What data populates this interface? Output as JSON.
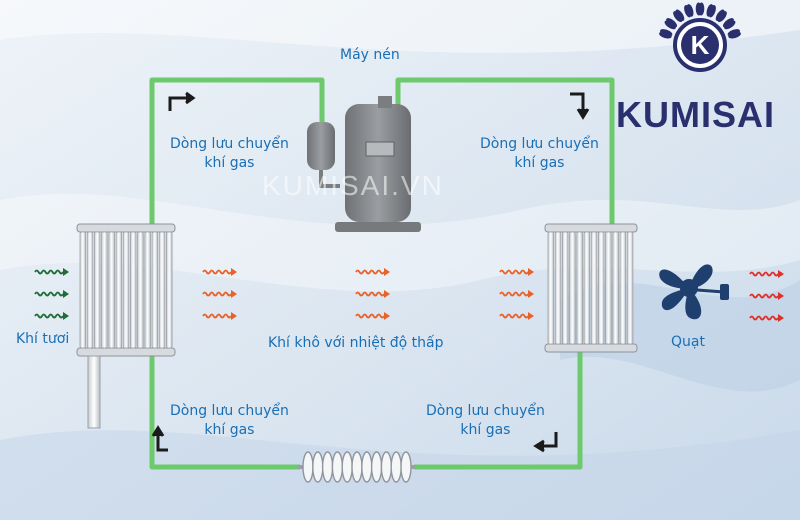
{
  "labels": {
    "compressor": "Máy nén",
    "flow_top_left": [
      "Dòng lưu chuyển",
      "khí gas"
    ],
    "flow_top_right": [
      "Dòng lưu chuyển",
      "khí gas"
    ],
    "flow_bottom_left": [
      "Dòng lưu chuyển",
      "khí gas"
    ],
    "flow_bottom_right": [
      "Dòng lưu chuyển",
      "khí gas"
    ],
    "fresh_air": "Khí tươi",
    "dry_air": "Khí khô với nhiệt độ thấp",
    "fan": "Quạt"
  },
  "brand": {
    "name": "KUMISAI",
    "emblem_letter": "K",
    "watermark": "KUMISAI.VN"
  },
  "colors": {
    "pipe": "#6cc96c",
    "label": "#1a6fb4",
    "warm_air": "#e8622a",
    "fresh_air_arrow": "#1f6b3a",
    "exhaust_arrow": "#e0302a",
    "brand": "#2a2f6e"
  },
  "icons": [
    "corner-arrow-icon",
    "wave-arrow-icon",
    "fan-icon",
    "compressor-icon",
    "coil-icon",
    "laurel-emblem-icon"
  ]
}
